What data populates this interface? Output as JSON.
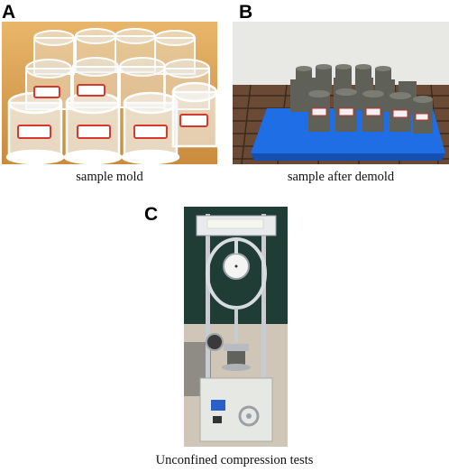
{
  "panels": [
    {
      "letter": "A",
      "caption": "sample mold"
    },
    {
      "letter": "B",
      "caption": "sample after demold"
    },
    {
      "letter": "C",
      "caption": "Unconfined compression tests"
    }
  ],
  "colors": {
    "letter": "#000000",
    "caption": "#111111",
    "tray_blue": "#1f6ee6",
    "mold_label_red": "#d33a2e",
    "specimen_grey": "#5f6058",
    "board_green": "#1f3d34"
  }
}
